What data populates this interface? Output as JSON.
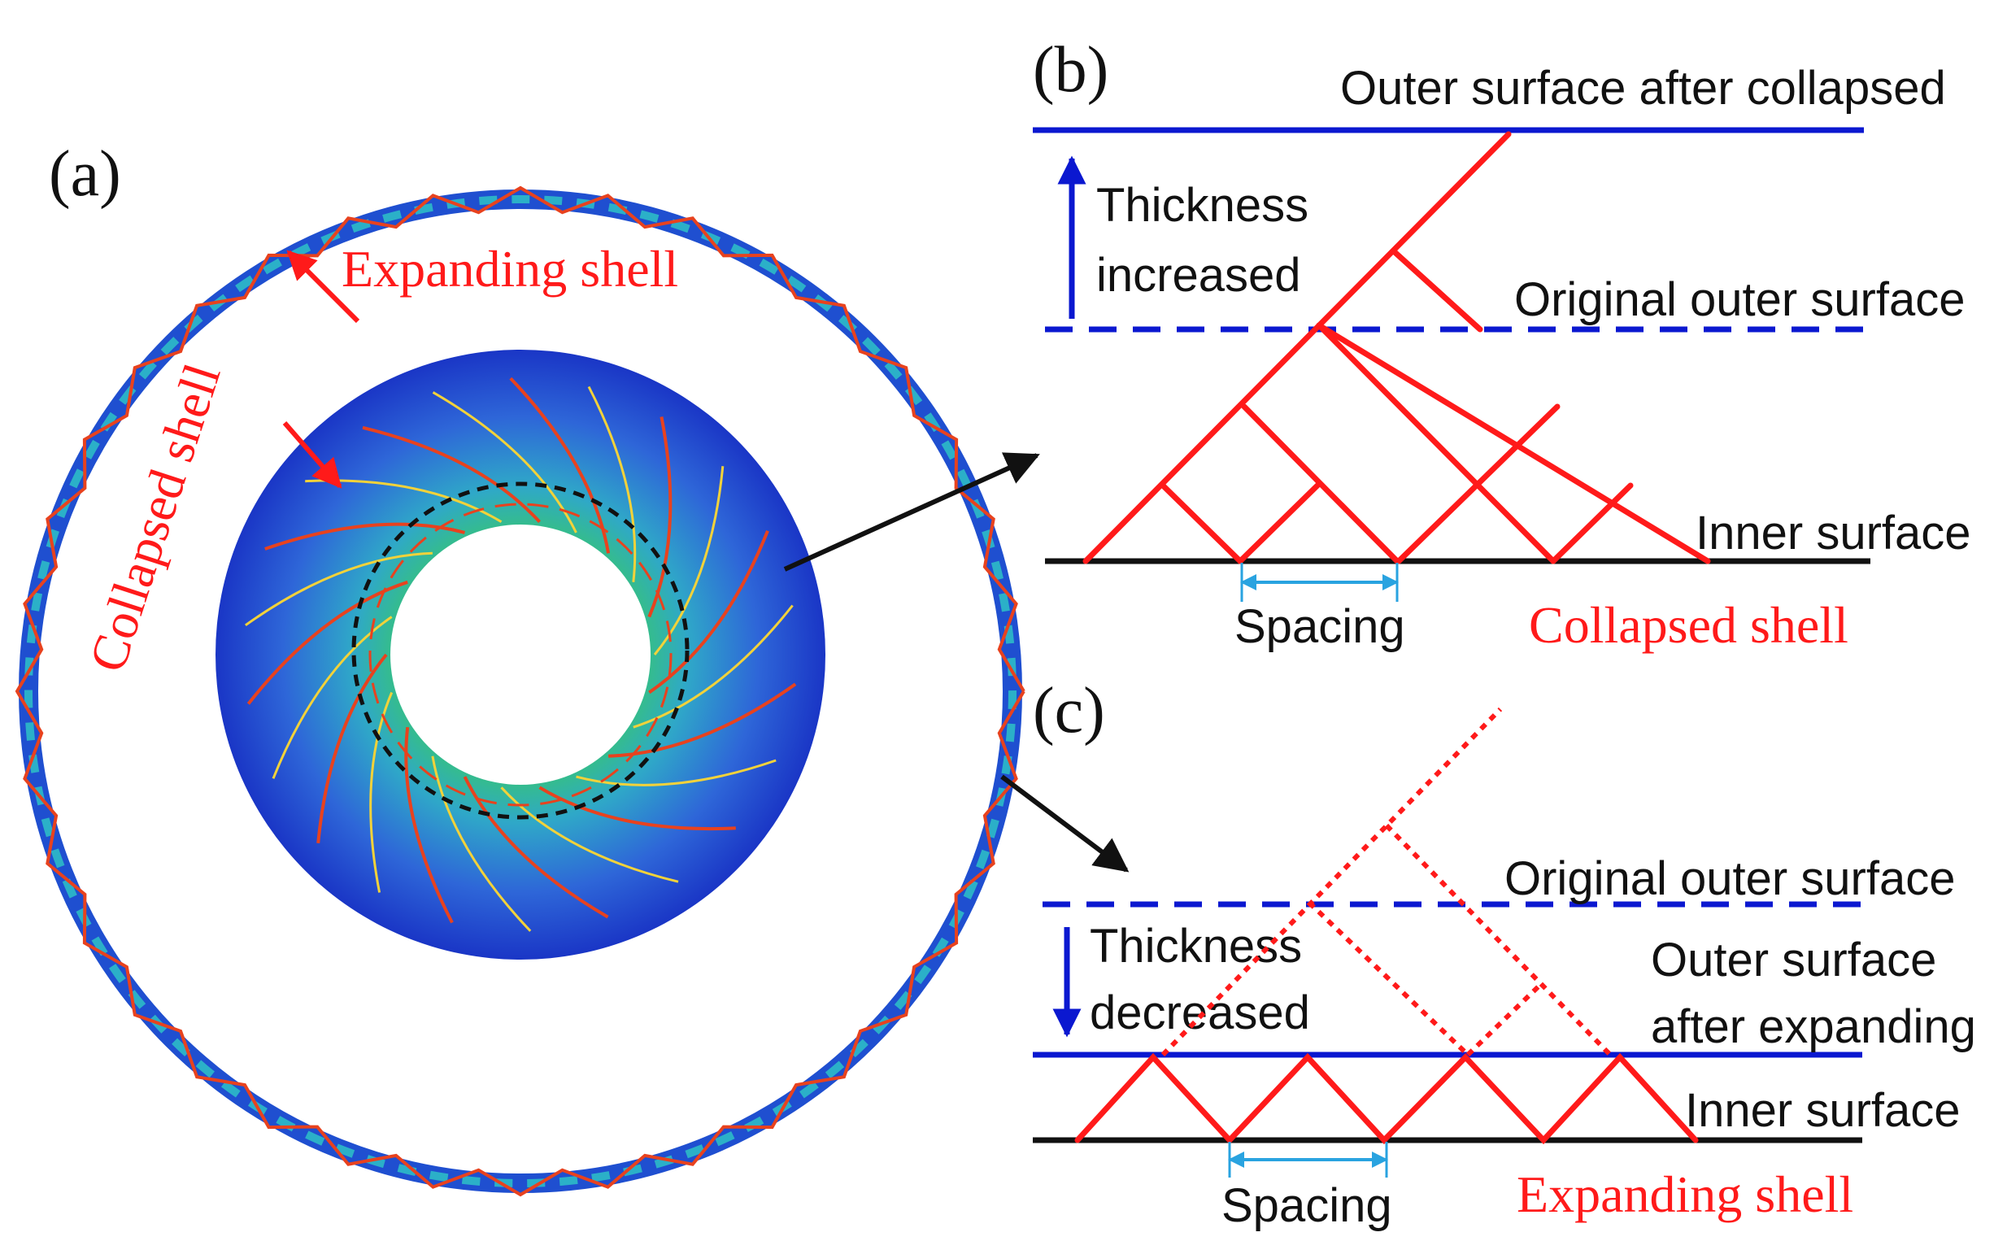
{
  "panels": {
    "a": {
      "label": "(a)",
      "expanding_shell": "Expanding shell",
      "collapsed_shell": "Collapsed shell"
    },
    "b": {
      "label": "(b)",
      "outer_after": "Outer surface after collapsed",
      "thickness_line1": "Thickness",
      "thickness_line2": "increased",
      "original_outer": "Original outer surface",
      "inner": "Inner surface",
      "spacing": "Spacing",
      "shell_name": "Collapsed shell"
    },
    "c": {
      "label": "(c)",
      "original_outer": "Original outer surface",
      "thickness_line1": "Thickness",
      "thickness_line2": "decreased",
      "outer_after_line1": "Outer surface",
      "outer_after_line2": "after expanding",
      "inner": "Inner surface",
      "spacing": "Spacing",
      "shell_name": "Expanding shell"
    }
  },
  "colors": {
    "blue_line": "#0b18d0",
    "red_line": "#ff1a1a",
    "spacing_arrow": "#29a3e0",
    "shell_dark_blue": "#1530c8",
    "shell_mid_blue": "#2f6fd8",
    "shell_cyan": "#27b2c8",
    "shell_green": "#3ecf4a"
  }
}
